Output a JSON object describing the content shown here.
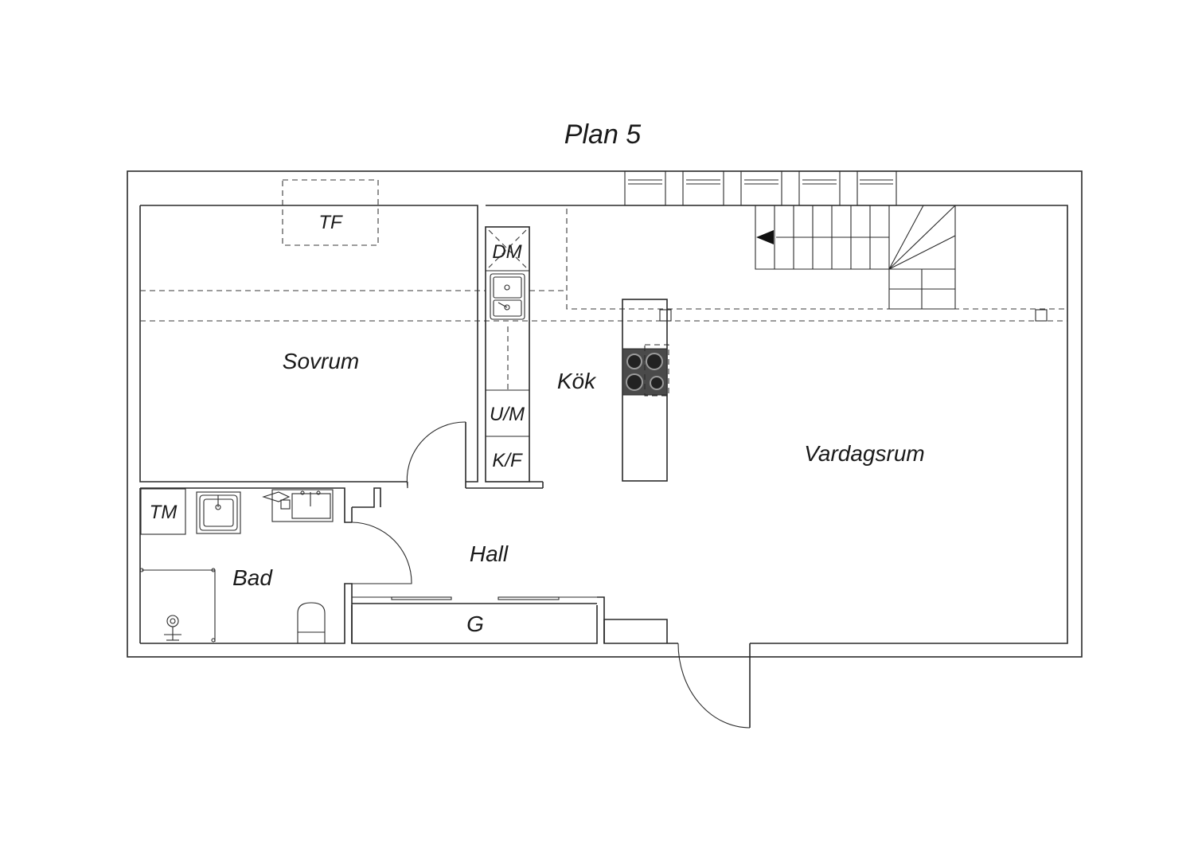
{
  "title": "Plan 5",
  "rooms": {
    "sovrum": "Sovrum",
    "kok": "Kök",
    "vardagsrum": "Vardagsrum",
    "hall": "Hall",
    "bad": "Bad",
    "g": "G"
  },
  "fixtures": {
    "tf": "TF",
    "dm": "DM",
    "um": "U/M",
    "kf": "K/F",
    "tm": "TM"
  },
  "colors": {
    "line": "#2a2a2a",
    "stove": "#4a4a4a",
    "background": "#ffffff"
  }
}
